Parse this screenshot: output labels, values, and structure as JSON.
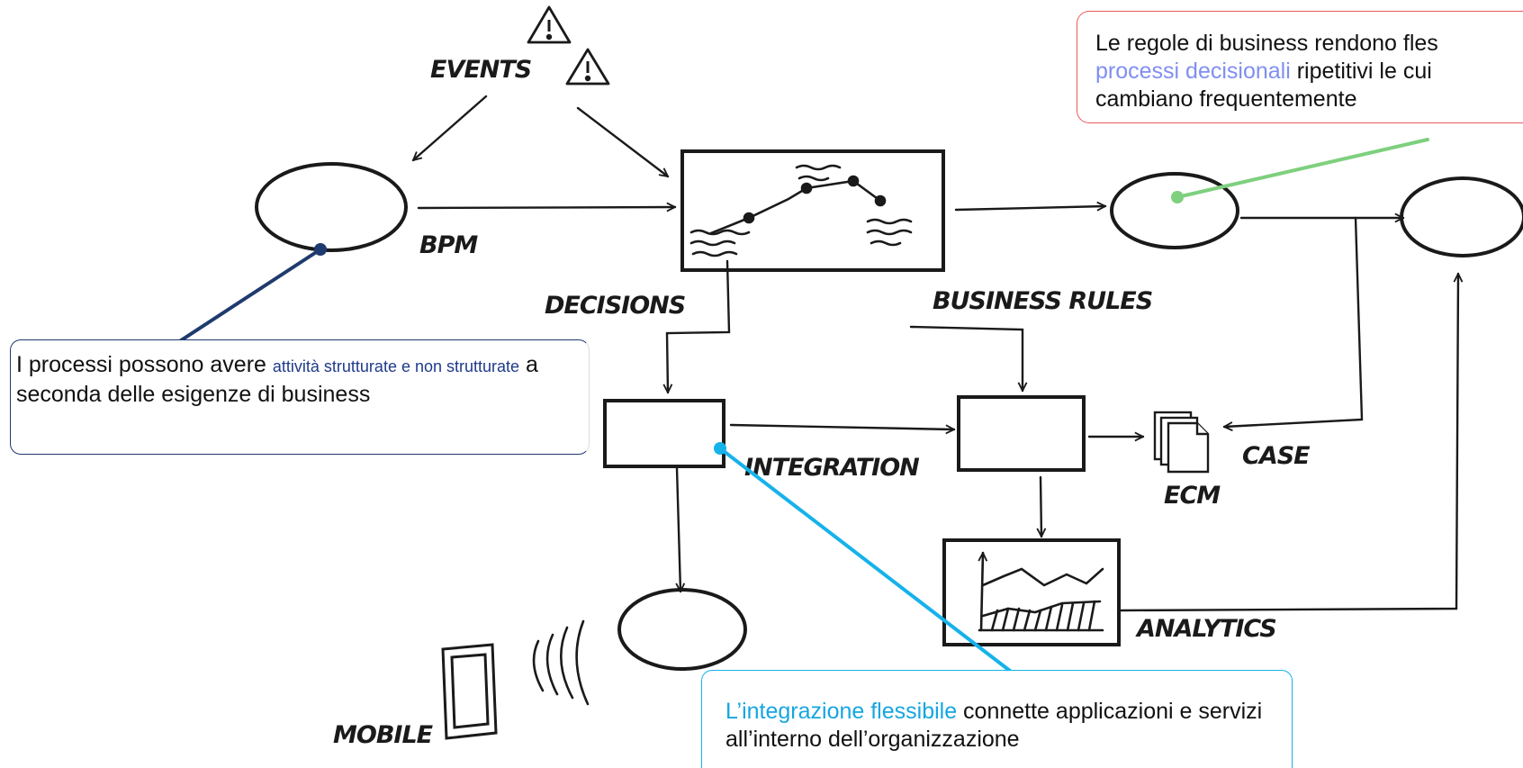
{
  "labels": {
    "events": "EVENTS",
    "bpm": "BPM",
    "decisions": "DECISIONS",
    "business_rules": "BUSINESS RULES",
    "integration": "INTEGRATION",
    "case": "CASE",
    "ecm": "ECM",
    "analytics": "ANALYTICS",
    "mobile": "MOBILE"
  },
  "callouts": {
    "rules": {
      "line1": "Le regole di business rendono fles",
      "highlight": "processi decisionali",
      "line2_rest": " ripetitivi le cui",
      "line3": "cambiano frequentemente"
    },
    "processes": {
      "intro": "I processi possono avere ",
      "highlight": "attività strutturate e non strutturate",
      "rest": " a seconda delle esigenze di business"
    },
    "integration": {
      "highlight": "L’integrazione flessibile",
      "rest": " connette applicazioni e servizi all’interno dell’organizzazione"
    }
  },
  "colors": {
    "rules_accent": "#e85a5a",
    "rules_highlight": "#7f8ff0",
    "rules_connector": "#7ed07e",
    "processes_accent": "#1f3a6e",
    "processes_highlight": "#1e3a8a",
    "integration_accent": "#16b2ea",
    "integration_highlight": "#16a6e0"
  }
}
